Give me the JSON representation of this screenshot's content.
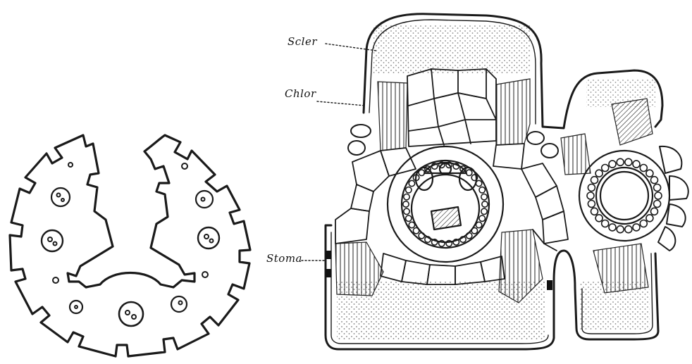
{
  "labels": {
    "scler": "Scler",
    "chlor": "Chlor",
    "stoma": "Stoma"
  },
  "colors": {
    "ink": "#1a1a1a",
    "paper": "#ffffff"
  }
}
